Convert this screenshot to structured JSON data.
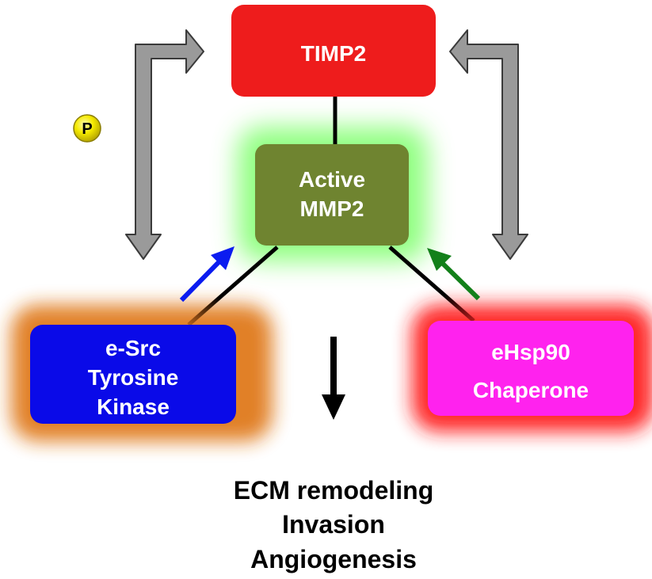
{
  "nodes": {
    "timp2": {
      "label": "TIMP2",
      "color": "#ee1c1c"
    },
    "mmp2": {
      "line1": "Active",
      "line2": "MMP2",
      "color": "#6f8430",
      "glow": "#7dff6a"
    },
    "src": {
      "line1": "e-Src",
      "line2": "Tyrosine",
      "line3": "Kinase",
      "color": "#0a0ae8",
      "glow": "#e07a1e"
    },
    "hsp90": {
      "line1": "eHsp90",
      "line2": "Chaperone",
      "color": "#ff22ee",
      "glow": "#ff1a1a"
    }
  },
  "phospho_badge": {
    "label": "P",
    "color": "#f2e600"
  },
  "outcomes": [
    "ECM remodeling",
    "Invasion",
    "Angiogenesis"
  ],
  "colors": {
    "feedback_arrow": "#9a9a9a",
    "src_arrow": "#0b1cf0",
    "hsp90_arrow": "#13801a",
    "connector": "#000000",
    "down_arrow": "#000000"
  }
}
